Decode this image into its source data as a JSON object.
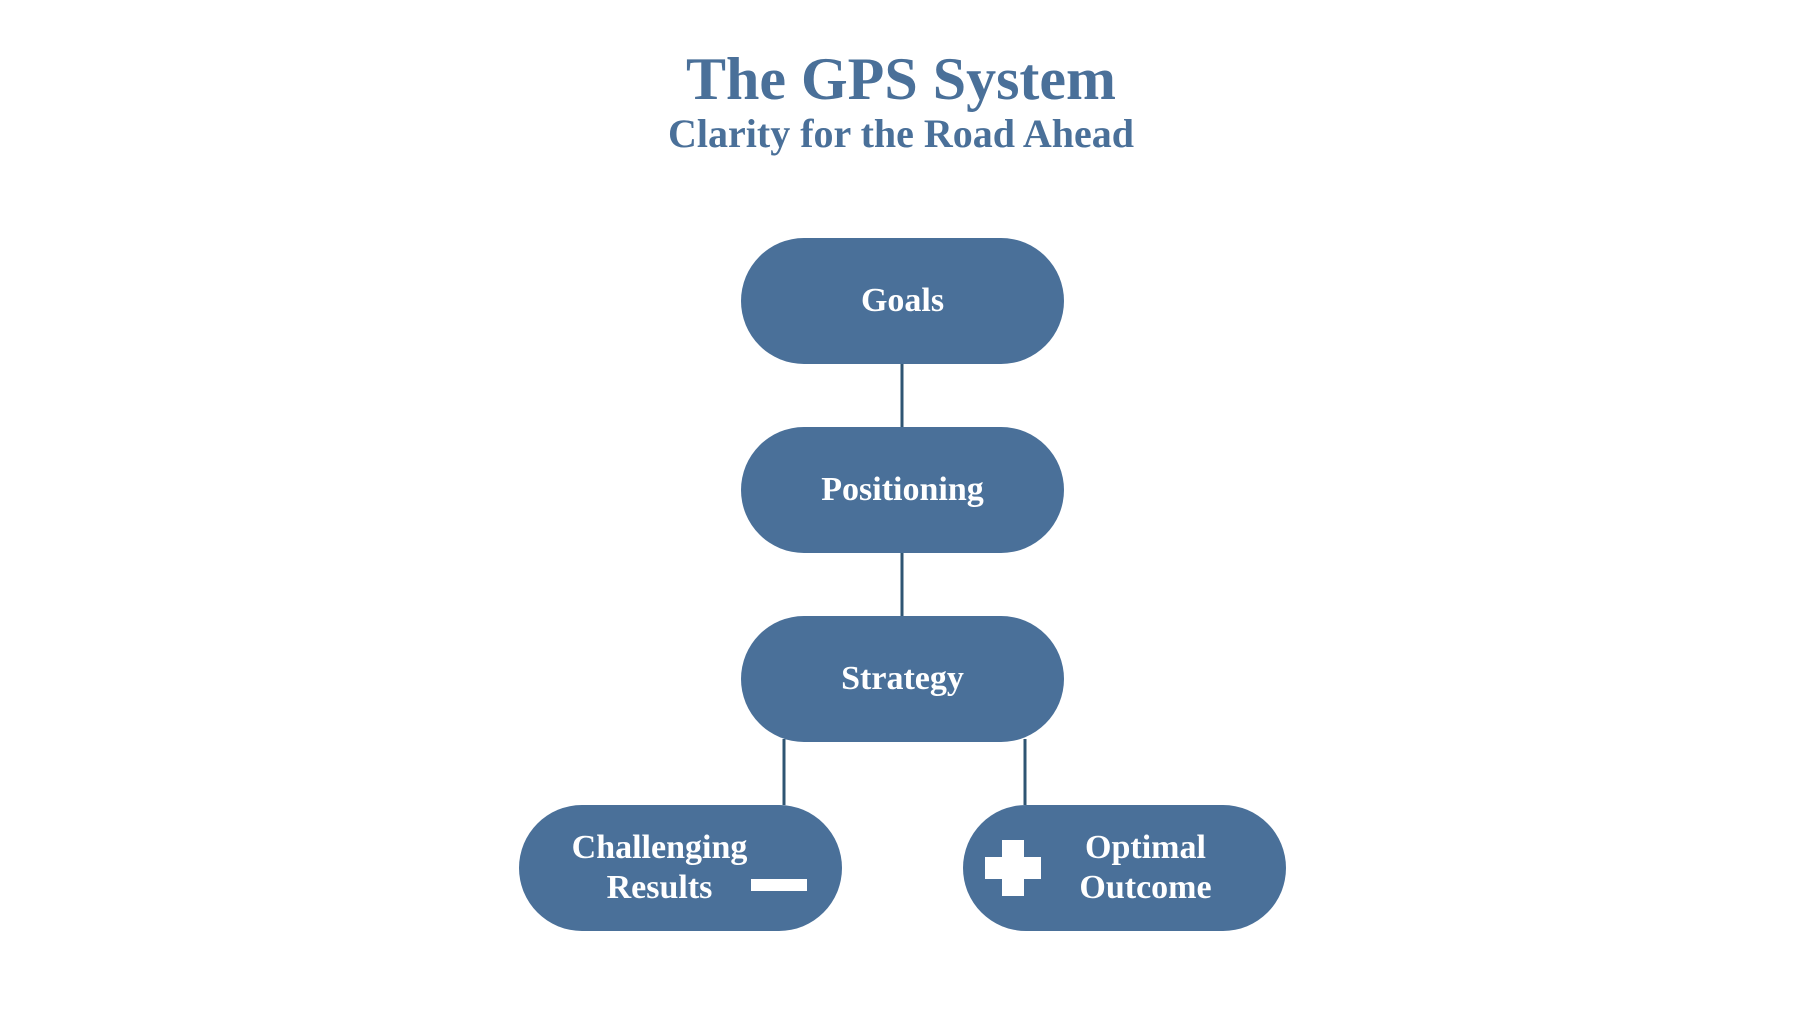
{
  "header": {
    "title": "The GPS System",
    "subtitle": "Clarity for the Road Ahead"
  },
  "nodes": {
    "goals": "Goals",
    "positioning": "Positioning",
    "strategy": "Strategy",
    "challenging": "Challenging Results",
    "optimal": "Optimal Outcome"
  },
  "icons": {
    "challenging": "minus-icon",
    "optimal": "plus-icon"
  },
  "colors": {
    "primary": "#4a7099",
    "connector": "#2f5573",
    "node_text": "#ffffff"
  }
}
